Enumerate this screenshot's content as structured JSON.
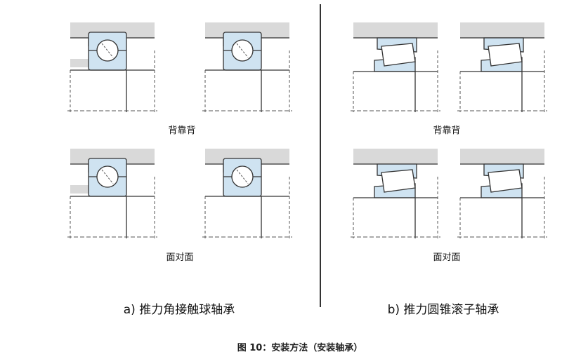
{
  "colors": {
    "housing_gray": "#d9d9d9",
    "bearing_blue": "#cfe3f1",
    "outline": "#333333",
    "dash": "#555555",
    "text": "#111111"
  },
  "left_panel": {
    "type": "angular-contact-ball-bearing",
    "top_label": "背靠背",
    "bottom_label": "面对面",
    "subtitle": "a) 推力角接触球轴承"
  },
  "right_panel": {
    "type": "tapered-roller-bearing",
    "top_label": "背靠背",
    "bottom_label": "面对面",
    "subtitle": "b) 推力圆锥滚子轴承"
  },
  "caption": "图 10：安装方法（安装轴承）"
}
